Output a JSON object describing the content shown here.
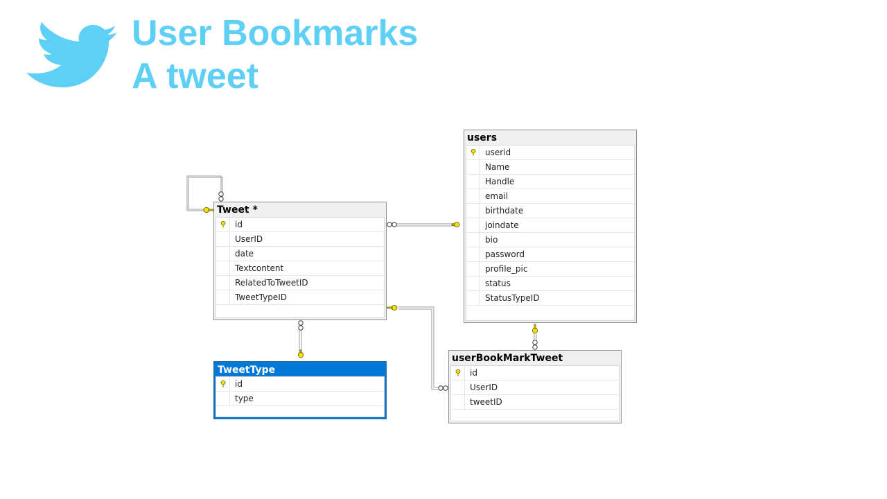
{
  "slide": {
    "title_line1": "User Bookmarks",
    "title_line2": "A tweet",
    "accent_color": "#5ecff5"
  },
  "tables": {
    "tweet": {
      "name": "Tweet *",
      "columns": [
        {
          "name": "id",
          "key": true
        },
        {
          "name": "UserID",
          "key": false
        },
        {
          "name": "date",
          "key": false
        },
        {
          "name": "Textcontent",
          "key": false
        },
        {
          "name": "RelatedToTweetID",
          "key": false
        },
        {
          "name": "TweetTypeID",
          "key": false
        }
      ]
    },
    "users": {
      "name": "users",
      "columns": [
        {
          "name": "userid",
          "key": true
        },
        {
          "name": "Name",
          "key": false
        },
        {
          "name": "Handle",
          "key": false
        },
        {
          "name": "email",
          "key": false
        },
        {
          "name": "birthdate",
          "key": false
        },
        {
          "name": "joindate",
          "key": false
        },
        {
          "name": "bio",
          "key": false
        },
        {
          "name": "password",
          "key": false
        },
        {
          "name": "profile_pic",
          "key": false
        },
        {
          "name": "status",
          "key": false
        },
        {
          "name": "StatusTypeID",
          "key": false
        }
      ]
    },
    "tweettype": {
      "name": "TweetType",
      "selected": true,
      "columns": [
        {
          "name": "id",
          "key": true
        },
        {
          "name": "type",
          "key": false
        }
      ]
    },
    "bookmark": {
      "name": "userBookMarkTweet",
      "columns": [
        {
          "name": "id",
          "key": true
        },
        {
          "name": "UserID",
          "key": false
        },
        {
          "name": "tweetID",
          "key": false
        }
      ]
    }
  },
  "relationships": [
    {
      "from": "Tweet",
      "to": "Tweet",
      "kind": "self"
    },
    {
      "from": "Tweet",
      "to": "users",
      "kind": "many-to-one"
    },
    {
      "from": "Tweet",
      "to": "TweetType",
      "kind": "many-to-one"
    },
    {
      "from": "userBookMarkTweet",
      "to": "Tweet",
      "kind": "many-to-one"
    },
    {
      "from": "userBookMarkTweet",
      "to": "users",
      "kind": "many-to-one"
    }
  ],
  "icons": {
    "logo": "twitter-bird-icon",
    "primary_key": "key-icon",
    "one_end": "key-icon",
    "many_end": "infinity-icon"
  },
  "colors": {
    "key_yellow": "#f2e200",
    "selected_header": "#0078d7",
    "table_border": "#8e8e8e"
  }
}
